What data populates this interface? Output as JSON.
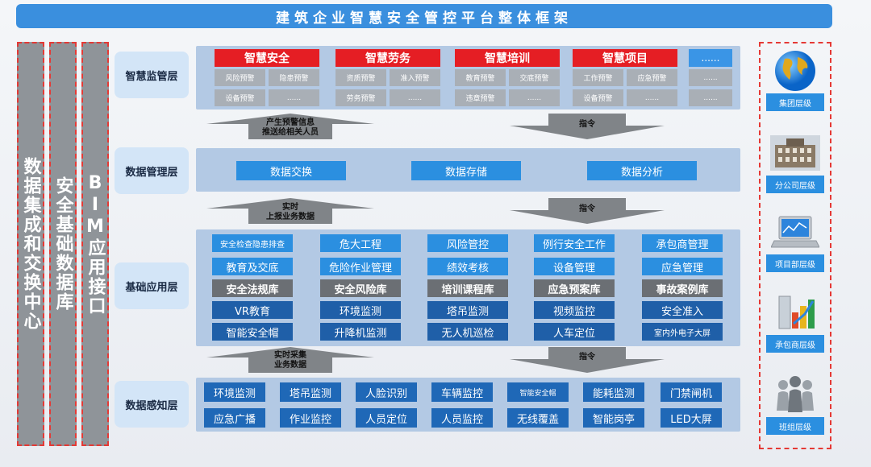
{
  "title": "建筑企业智慧安全管控平台整体框架",
  "left_columns": [
    "数据集成和交换中心",
    "安全基础数据库",
    "BIM应用接口"
  ],
  "layers": {
    "supervision": "智慧监管层",
    "data_mgmt": "数据管理层",
    "basic_app": "基础应用层",
    "perception": "数据感知层"
  },
  "supervision": {
    "groups": [
      {
        "title": "智慧安全",
        "items": [
          "风险预警",
          "隐患预警",
          "设备预警",
          "......"
        ]
      },
      {
        "title": "智慧劳务",
        "items": [
          "资质预警",
          "准入预警",
          "劳务预警",
          "......"
        ]
      },
      {
        "title": "智慧培训",
        "items": [
          "教育预警",
          "交底预警",
          "违章预警",
          "......"
        ]
      },
      {
        "title": "智慧项目",
        "items": [
          "工作预警",
          "应急预警",
          "设备预警",
          "......"
        ]
      }
    ],
    "more": "......",
    "more_items": [
      "......",
      "......"
    ]
  },
  "data_mgmt": {
    "buttons": [
      "数据交换",
      "数据存储",
      "数据分析"
    ]
  },
  "arrows": {
    "up1": [
      "产生预警信息",
      "推送给相关人员"
    ],
    "down1": "指令",
    "up2": [
      "实时",
      "上报业务数据"
    ],
    "down2": "指令",
    "up3": [
      "实时采集",
      "业务数据"
    ],
    "down3": "指令"
  },
  "basic_app": {
    "columns": [
      [
        "安全检查隐患排查",
        "教育及交底",
        "安全法规库",
        "VR教育",
        "智能安全帽"
      ],
      [
        "危大工程",
        "危险作业管理",
        "安全风险库",
        "环境监测",
        "升降机监测"
      ],
      [
        "风险管控",
        "绩效考核",
        "培训课程库",
        "塔吊监测",
        "无人机巡检"
      ],
      [
        "例行安全工作",
        "设备管理",
        "应急预案库",
        "视频监控",
        "人车定位"
      ],
      [
        "承包商管理",
        "应急管理",
        "事故案例库",
        "安全准入",
        "室内外电子大屏"
      ]
    ]
  },
  "perception": {
    "row1": [
      "环境监测",
      "塔吊监测",
      "人脸识别",
      "车辆监控",
      "智能安全帽",
      "能耗监测",
      "门禁闸机"
    ],
    "row2": [
      "应急广播",
      "作业监控",
      "人员定位",
      "人员监控",
      "无线覆盖",
      "智能岗亭",
      "LED大屏"
    ]
  },
  "right_panel": [
    {
      "icon": "globe-icon",
      "label": "集团层级"
    },
    {
      "icon": "building-icon",
      "label": "分公司层级"
    },
    {
      "icon": "laptop-icon",
      "label": "项目部层级"
    },
    {
      "icon": "chart-building-icon",
      "label": "承包商层级"
    },
    {
      "icon": "people-icon",
      "label": "班组层级"
    }
  ],
  "colors": {
    "title": "#3a8fde",
    "red": "#e51e24",
    "blue": "#2b8fe0",
    "dark_blue": "#1f5fa8",
    "gray": "#6b6f74"
  }
}
